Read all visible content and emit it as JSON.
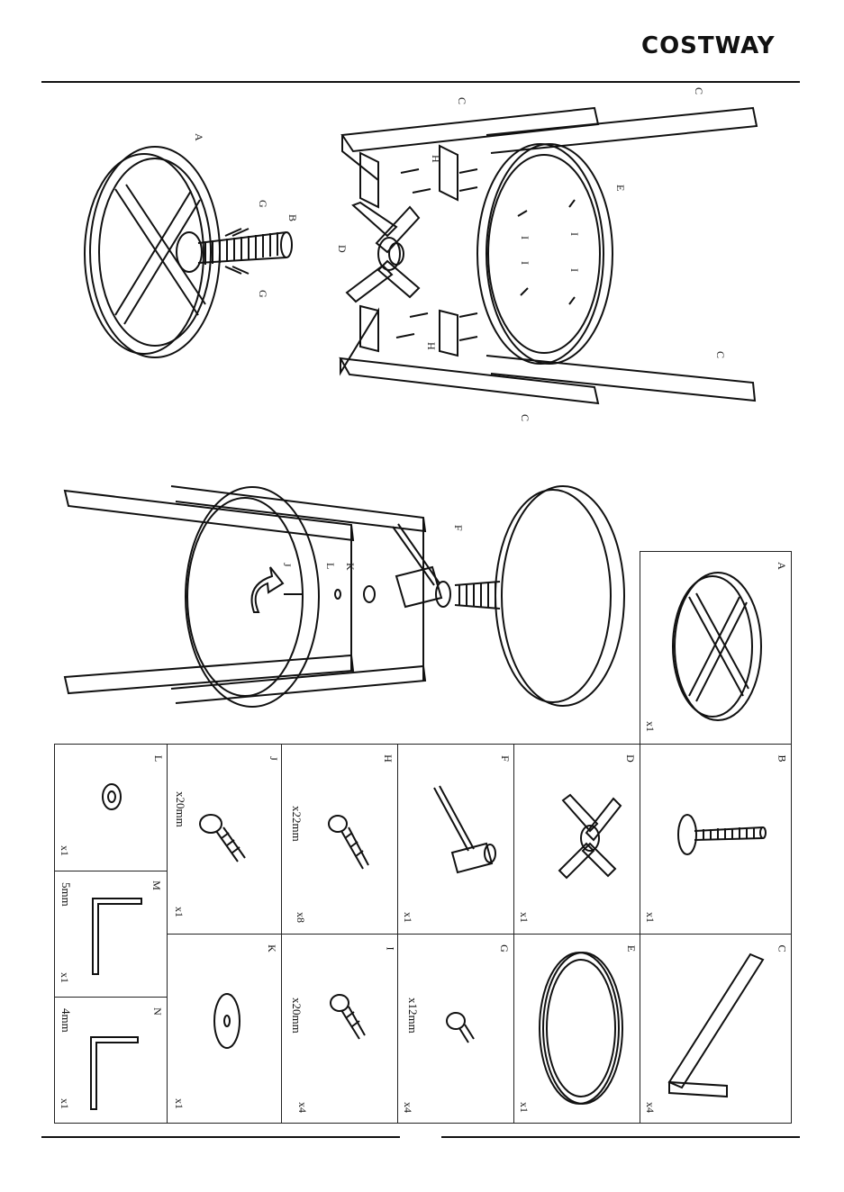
{
  "brand": "COSTWAY",
  "diagram_labels": {
    "A": "A",
    "B": "B",
    "C": "C",
    "D": "D",
    "E": "E",
    "F": "F",
    "G": "G",
    "H": "H",
    "I": "I",
    "J": "J",
    "K": "K",
    "L": "L"
  },
  "parts": [
    {
      "id": "A",
      "qty": "x1",
      "size": ""
    },
    {
      "id": "B",
      "qty": "x1",
      "size": ""
    },
    {
      "id": "C",
      "qty": "x4",
      "size": ""
    },
    {
      "id": "D",
      "qty": "x1",
      "size": ""
    },
    {
      "id": "E",
      "qty": "x1",
      "size": ""
    },
    {
      "id": "F",
      "qty": "x1",
      "size": ""
    },
    {
      "id": "G",
      "qty": "x4",
      "size": "x12mm"
    },
    {
      "id": "H",
      "qty": "x8",
      "size": "x22mm"
    },
    {
      "id": "I",
      "qty": "x4",
      "size": "x20mm"
    },
    {
      "id": "J",
      "qty": "x1",
      "size": "x20mm"
    },
    {
      "id": "K",
      "qty": "x1",
      "size": ""
    },
    {
      "id": "L",
      "qty": "x1",
      "size": ""
    },
    {
      "id": "M",
      "qty": "x1",
      "size": "5mm"
    },
    {
      "id": "N",
      "qty": "x1",
      "size": "4mm"
    }
  ]
}
